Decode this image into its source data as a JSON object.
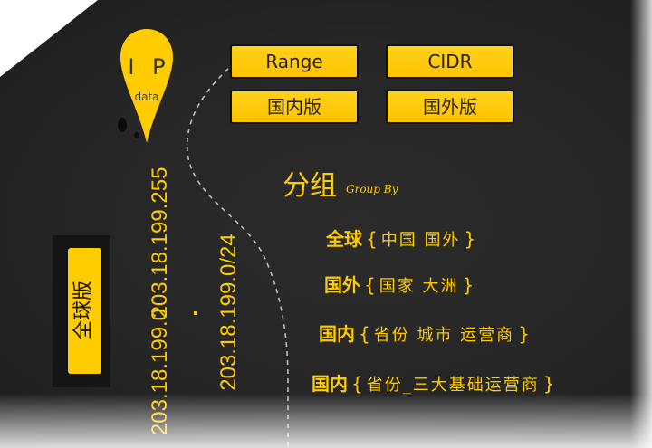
{
  "pin": {
    "title": "I P",
    "subtitle": "data"
  },
  "buttons": {
    "range": "Range",
    "cidr": "CIDR",
    "domestic": "国内版",
    "foreign": "国外版",
    "global": "全球版"
  },
  "ips": {
    "end": "203.18.199.255",
    "start": "203.18.199.0",
    "cidr": "203.18.199.0/24"
  },
  "group": {
    "title": "分组",
    "subtitle": "Group By",
    "rows": [
      {
        "key": "全球",
        "open": "{",
        "value": "中国  国外",
        "close": "}"
      },
      {
        "key": "国外",
        "open": "{",
        "value": "国家  大洲",
        "close": "}"
      },
      {
        "key": "国内",
        "open": "{",
        "value": "省份 城市  运营商",
        "close": "}"
      },
      {
        "key": "国内",
        "open": "{",
        "value": "省份_三大基础运营商",
        "close": "}"
      }
    ]
  },
  "colors": {
    "accent": "#ffcc00",
    "background": "#262626"
  }
}
